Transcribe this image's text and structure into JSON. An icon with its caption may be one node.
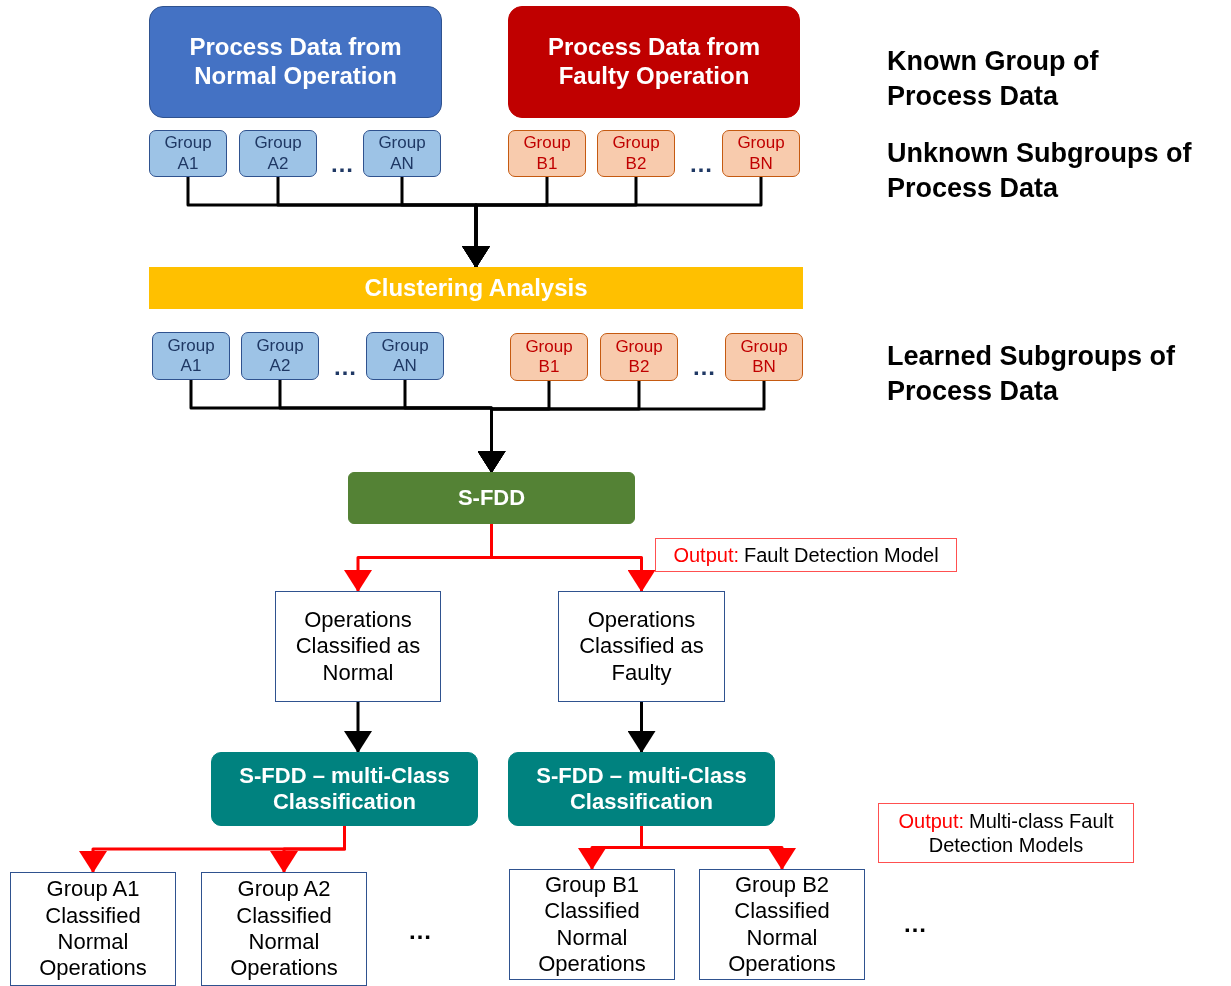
{
  "diagram": {
    "nodes": [
      {
        "text": [
          "Process Data from Normal Operation"
        ]
      },
      {
        "text": [
          "Process Data from Faulty Operation"
        ]
      },
      {
        "text": [
          "Group A1"
        ]
      },
      {
        "text": [
          "Group A2"
        ]
      },
      {
        "text": [
          "Group AN"
        ]
      },
      {
        "text": [
          "Group B1"
        ]
      },
      {
        "text": [
          "Group B2"
        ]
      },
      {
        "text": [
          "Group BN"
        ]
      },
      {
        "text": [
          "Clustering Analysis"
        ]
      },
      {
        "text": [
          "Group A1"
        ]
      },
      {
        "text": [
          "Group A2"
        ]
      },
      {
        "text": [
          "Group AN"
        ]
      },
      {
        "text": [
          "Group B1"
        ]
      },
      {
        "text": [
          "Group B2"
        ]
      },
      {
        "text": [
          "Group BN"
        ]
      },
      {
        "text": [
          "S-FDD"
        ]
      },
      {
        "text": [
          "Output:",
          "Fault Detection Model"
        ]
      },
      {
        "text": [
          "Operations Classified as Normal"
        ]
      },
      {
        "text": [
          "Operations Classified as Faulty"
        ]
      },
      {
        "text": [
          "S-FDD – multi-Class Classification"
        ]
      },
      {
        "text": [
          "S-FDD – multi-Class Classification"
        ]
      },
      {
        "text": [
          "Output:",
          "Multi-class Fault Detection Models"
        ]
      },
      {
        "text": [
          "Group A1 Classified Normal Operations"
        ]
      },
      {
        "text": [
          "Group A2 Classified Normal Operations"
        ]
      },
      {
        "text": [
          "Group B1 Classified Normal Operations"
        ]
      },
      {
        "text": [
          "Group B2 Classified Normal Operations"
        ]
      }
    ],
    "edges": [
      {
        "from": 2,
        "to": 8,
        "arrow": "to"
      },
      {
        "from": 3,
        "to": 8,
        "arrow": "to"
      },
      {
        "from": 4,
        "to": 8,
        "arrow": "to"
      },
      {
        "from": 5,
        "to": 8,
        "arrow": "to"
      },
      {
        "from": 6,
        "to": 8,
        "arrow": "to"
      },
      {
        "from": 7,
        "to": 8,
        "arrow": "to"
      },
      {
        "from": 9,
        "to": 15,
        "arrow": "to"
      },
      {
        "from": 10,
        "to": 15,
        "arrow": "to"
      },
      {
        "from": 11,
        "to": 15,
        "arrow": "to"
      },
      {
        "from": 12,
        "to": 15,
        "arrow": "to"
      },
      {
        "from": 13,
        "to": 15,
        "arrow": "to"
      },
      {
        "from": 14,
        "to": 15,
        "arrow": "to"
      },
      {
        "from": 15,
        "to": 17,
        "arrow": "to",
        "color": "#ff0000"
      },
      {
        "from": 15,
        "to": 18,
        "arrow": "to",
        "color": "#ff0000"
      },
      {
        "from": 17,
        "to": 19,
        "arrow": "to"
      },
      {
        "from": 18,
        "to": 20,
        "arrow": "to"
      },
      {
        "from": 19,
        "to": 22,
        "arrow": "to",
        "color": "#ff0000"
      },
      {
        "from": 19,
        "to": 23,
        "arrow": "to",
        "color": "#ff0000"
      },
      {
        "from": 20,
        "to": 24,
        "arrow": "to",
        "color": "#ff0000"
      },
      {
        "from": 20,
        "to": 25,
        "arrow": "to",
        "color": "#ff0000"
      }
    ],
    "labels": [
      "Known Group of Process Data",
      "…",
      "…",
      "Unknown Subgroups of Process Data",
      "…",
      "…",
      "Learned Subgroups of Process Data",
      "…",
      "…"
    ]
  }
}
